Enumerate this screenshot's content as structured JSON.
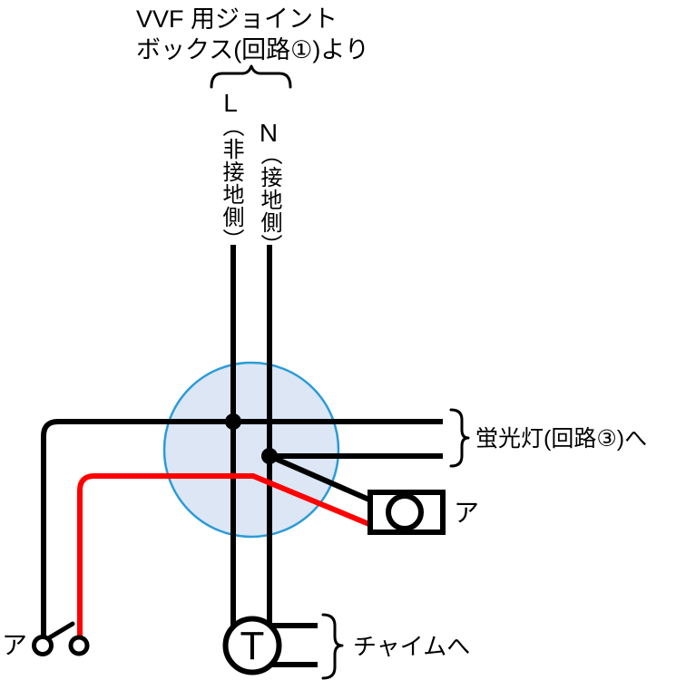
{
  "header": {
    "line1": "VVF 用ジョイント",
    "line2": "ボックス(回路①)より"
  },
  "source_wires": {
    "live_letter": "L",
    "live_label": "（非接地側）",
    "neutral_letter": "N",
    "neutral_label": "（接地側）"
  },
  "outputs": {
    "fluorescent_label": "蛍光灯(回路③)へ",
    "chime_label": "チャイムへ"
  },
  "devices": {
    "lamp_label": "ア",
    "switch_label": "ア",
    "chime_letter": "T"
  },
  "colors": {
    "line": "#000000",
    "wire_red": "#ff0000",
    "joint_box_fill": "#dce6f5",
    "joint_box_stroke": "#2b9bd7"
  }
}
